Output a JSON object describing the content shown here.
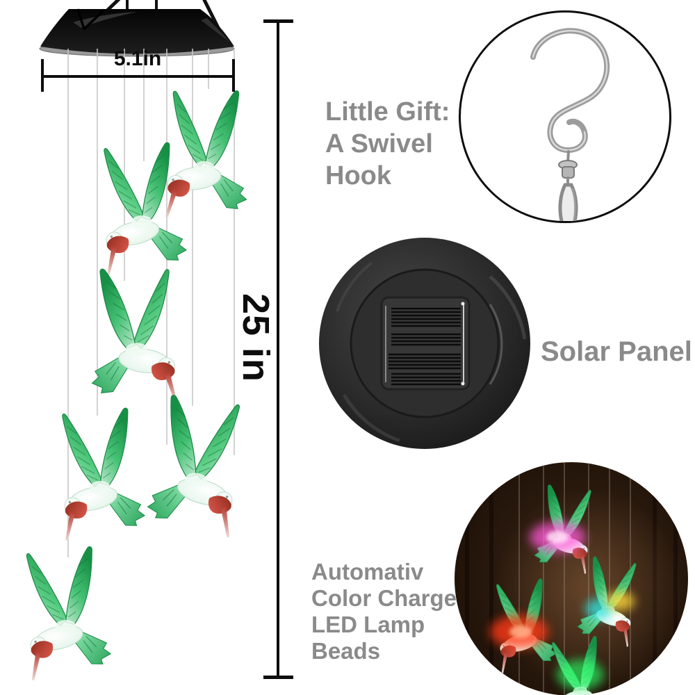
{
  "page": {
    "background": "#ffffff"
  },
  "measurements": {
    "width_label": "5.1in",
    "height_label": "25 in"
  },
  "callouts": {
    "gift": {
      "lines": [
        "Little Gift:",
        "A Swivel",
        "Hook"
      ]
    },
    "solar": {
      "label": "Solar Panel"
    },
    "led": {
      "lines": [
        "Automativ",
        "Color Charge",
        "LED Lamp",
        "Beads"
      ]
    }
  },
  "product": {
    "hanging_bird_count": 6,
    "photo_bird_count": 4
  },
  "icons": {
    "hook": "swivel-hook-icon",
    "solar": "solar-panel-icon",
    "photo": "led-hummingbirds-photo",
    "bird": "hummingbird-figure"
  },
  "colors": {
    "wing_green": "#2fae58",
    "wing_dark_green": "#1d9a4c",
    "body_white": "#eef8f1",
    "beak_red": "#b23127",
    "label_gray": "#8a8a8a",
    "measure_black": "#0d0d0d",
    "cone_black": "#141414",
    "glow_pink": "#ff57d8",
    "glow_red": "#ff3a14",
    "glow_teal": "#2fe3df",
    "glow_yellow": "#ffd93a",
    "glow_green": "#2bff66"
  }
}
